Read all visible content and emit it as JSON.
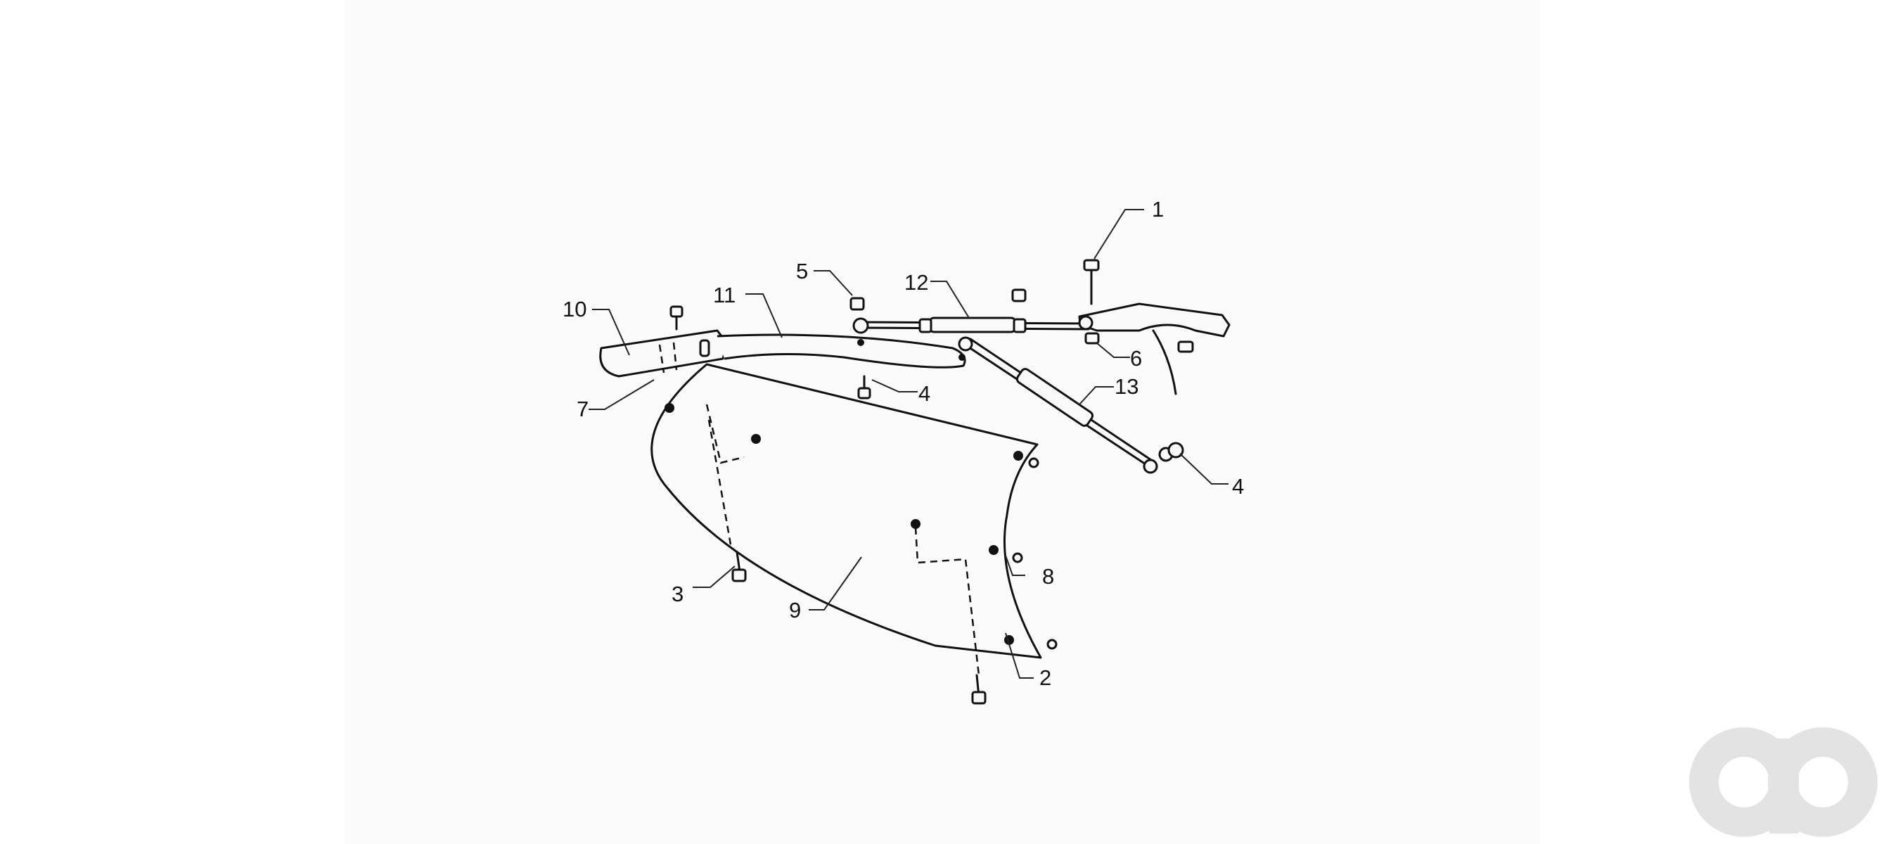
{
  "diagram": {
    "callouts": {
      "c1": "1",
      "c2": "2",
      "c3": "3",
      "c4a": "4",
      "c4b": "4",
      "c5": "5",
      "c6": "6",
      "c7": "7",
      "c8": "8",
      "c9": "9",
      "c10": "10",
      "c11": "11",
      "c12": "12",
      "c13": "13"
    }
  },
  "colors": {
    "line": "#111111",
    "background": "#ffffff",
    "watermark": "#e3e3e3"
  },
  "watermark": {
    "icon": "ao-logo"
  }
}
